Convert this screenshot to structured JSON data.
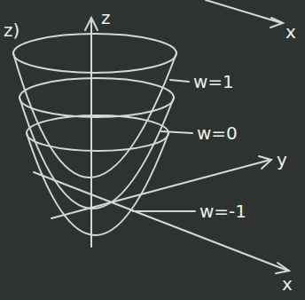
{
  "diagram": {
    "labels": [
      "z)",
      "z",
      "w=1",
      "w=0",
      "w=-1",
      "y",
      "x",
      "x"
    ]
  }
}
